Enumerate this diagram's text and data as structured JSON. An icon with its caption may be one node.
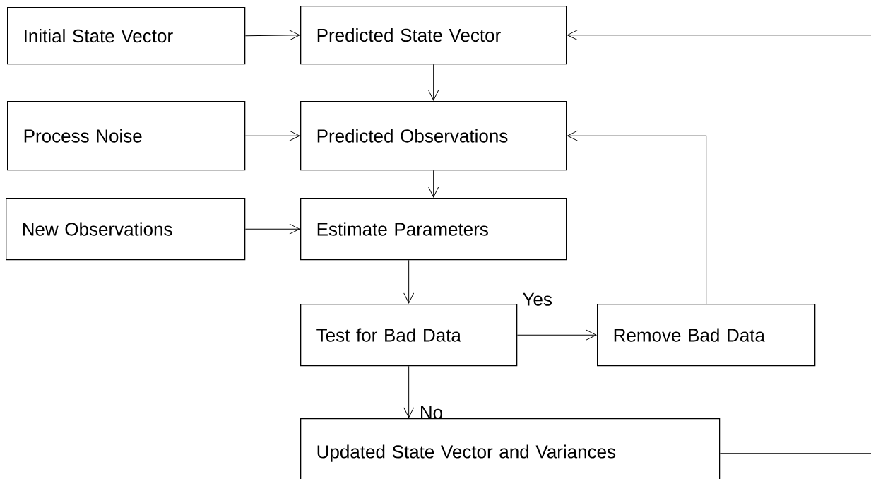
{
  "diagram": {
    "nodes": [
      {
        "text": [
          "Initial State Vector"
        ]
      },
      {
        "text": [
          "Predicted State Vector"
        ]
      },
      {
        "text": [
          "Process Noise"
        ]
      },
      {
        "text": [
          "Predicted Observations"
        ]
      },
      {
        "text": [
          "New Observations"
        ]
      },
      {
        "text": [
          "Estimate Parameters"
        ]
      },
      {
        "text": [
          "Test for Bad Data"
        ]
      },
      {
        "text": [
          "Remove Bad Data"
        ]
      },
      {
        "text": [
          "Updated State Vector and Variances"
        ]
      }
    ],
    "edges": [
      {
        "from": 0,
        "to": 1,
        "arrow": "to"
      },
      {
        "from": 1,
        "to": 3,
        "arrow": "to"
      },
      {
        "from": 2,
        "to": 3,
        "arrow": "to"
      },
      {
        "from": 3,
        "to": 5,
        "arrow": "to"
      },
      {
        "from": 4,
        "to": 5,
        "arrow": "to"
      },
      {
        "from": 5,
        "to": 6,
        "arrow": "to"
      },
      {
        "from": 6,
        "to": 7,
        "arrow": "to",
        "label": "Yes"
      },
      {
        "from": 7,
        "to": 3,
        "arrow": "to"
      },
      {
        "from": 6,
        "to": 8,
        "arrow": "to",
        "label": "No"
      },
      {
        "from": 8,
        "to": 1,
        "arrow": "to"
      }
    ]
  }
}
